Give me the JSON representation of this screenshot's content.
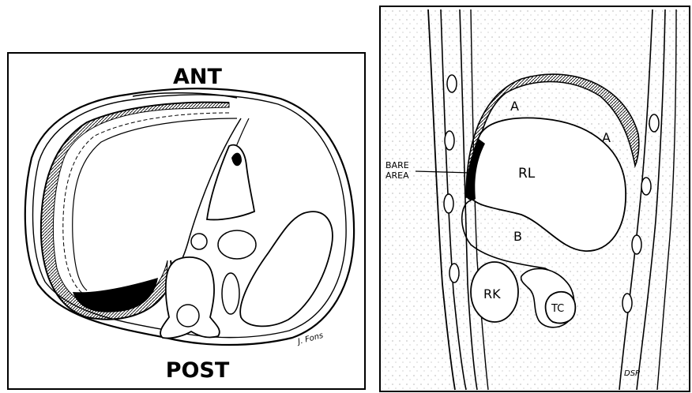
{
  "left_panel": {
    "top_label": "ANT",
    "bottom_label": "POST",
    "signature": "J. Fons"
  },
  "right_panel": {
    "labels": {
      "a_upper": "A",
      "a_right": "A",
      "rl": "RL",
      "b": "B",
      "rk": "RK",
      "tc": "TC",
      "bare_line1": "BARE",
      "bare_line2": "AREA"
    },
    "signature": "DSP"
  }
}
